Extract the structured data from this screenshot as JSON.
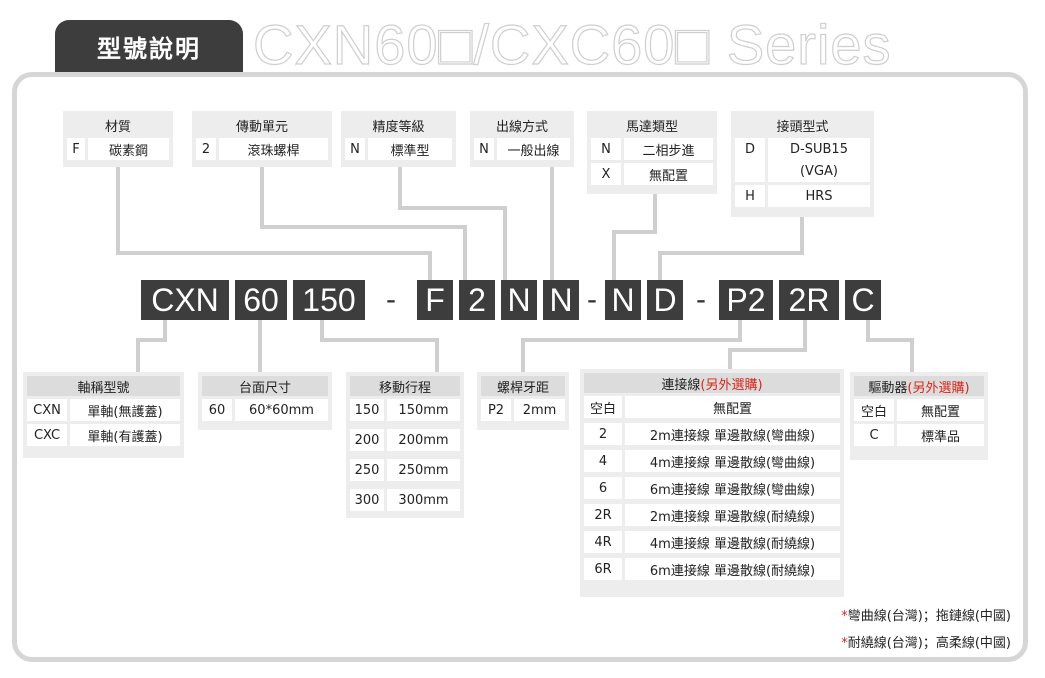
{
  "title": "型號說明",
  "series_title": "CXN60□/CXC60□ Series",
  "top_options": {
    "material": {
      "header": "材質",
      "rows": [
        [
          "F",
          "碳素鋼"
        ]
      ]
    },
    "drive": {
      "header": "傳動單元",
      "rows": [
        [
          "2",
          "滾珠螺桿"
        ]
      ]
    },
    "precision": {
      "header": "精度等級",
      "rows": [
        [
          "N",
          "標準型"
        ]
      ]
    },
    "outlet": {
      "header": "出線方式",
      "rows": [
        [
          "N",
          "一般出線"
        ]
      ]
    },
    "motor": {
      "header": "馬達類型",
      "rows": [
        [
          "N",
          "二相步進"
        ],
        [
          "X",
          "無配置"
        ]
      ]
    },
    "connector": {
      "header": "接頭型式",
      "rows": [
        [
          "D",
          "D-SUB15"
        ],
        [
          "",
          "(VGA)"
        ],
        [
          "H",
          "HRS"
        ]
      ]
    }
  },
  "model_code": [
    "CXN",
    "60",
    "150",
    "-",
    "F",
    "2",
    "N",
    "N",
    "-",
    "N",
    "D",
    "-",
    "P2",
    "2R",
    "C"
  ],
  "bottom_options": {
    "axis": {
      "header": "軸稱型號",
      "rows": [
        [
          "CXN",
          "單軸(無護蓋)"
        ],
        [
          "CXC",
          "單軸(有護蓋)"
        ]
      ]
    },
    "table_size": {
      "header": "台面尺寸",
      "rows": [
        [
          "60",
          "60*60mm"
        ]
      ]
    },
    "stroke": {
      "header": "移動行程",
      "rows": [
        [
          "150",
          "150mm"
        ],
        [
          "200",
          "200mm"
        ],
        [
          "250",
          "250mm"
        ],
        [
          "300",
          "300mm"
        ]
      ]
    },
    "lead": {
      "header": "螺桿牙距",
      "rows": [
        [
          "P2",
          "2mm"
        ]
      ]
    },
    "cable": {
      "header": "連接線",
      "header_note": "(另外選購)",
      "rows": [
        [
          "空白",
          "無配置"
        ],
        [
          "2",
          "2m連接線 單邊散線(彎曲線)"
        ],
        [
          "4",
          "4m連接線 單邊散線(彎曲線)"
        ],
        [
          "6",
          "6m連接線 單邊散線(彎曲線)"
        ],
        [
          "2R",
          "2m連接線 單邊散線(耐繞線)"
        ],
        [
          "4R",
          "4m連接線 單邊散線(耐繞線)"
        ],
        [
          "6R",
          "6m連接線 單邊散線(耐繞線)"
        ]
      ]
    },
    "driver": {
      "header": "驅動器",
      "header_note": "(另外選購)",
      "rows": [
        [
          "空白",
          "無配置"
        ],
        [
          "C",
          "標準品"
        ]
      ]
    }
  },
  "notes": [
    {
      "star": "*",
      "text": "彎曲線(台灣)；拖鏈線(中國)"
    },
    {
      "star": "*",
      "text": "耐繞線(台灣)；高柔線(中國)"
    }
  ]
}
